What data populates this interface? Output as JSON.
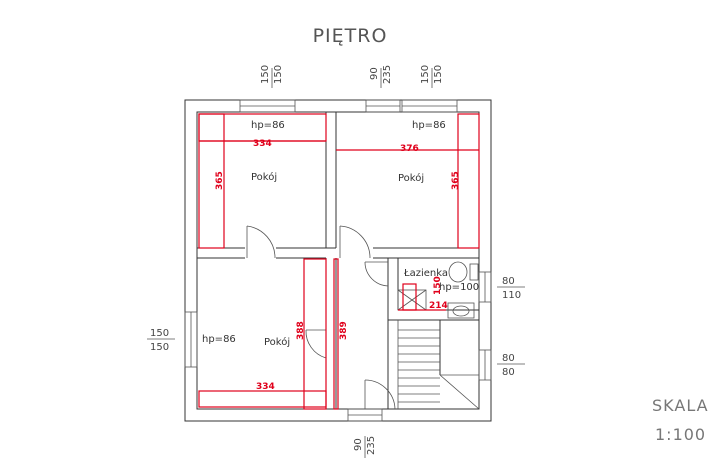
{
  "title": "PIĘTRO",
  "rooms": {
    "top_left": {
      "name": "Pokój",
      "hp": "hp=86",
      "width": "334",
      "height": "365"
    },
    "top_right": {
      "name": "Pokój",
      "hp": "hp=86",
      "width": "376",
      "height": "365"
    },
    "bottom_left": {
      "name": "Pokój",
      "hp": "hp=86",
      "width": "334",
      "height_a": "388",
      "height_b": "389"
    },
    "bathroom": {
      "name": "Łazienka",
      "hp": "hp=100",
      "width": "214",
      "height": "150"
    }
  },
  "windows": {
    "top_left": {
      "a": "150",
      "b": "150"
    },
    "top_mid": {
      "a": "90",
      "b": "235"
    },
    "top_right": {
      "a": "150",
      "b": "150"
    },
    "left": {
      "a": "150",
      "b": "150"
    },
    "right_upper": {
      "a": "80",
      "b": "110"
    },
    "right_lower": {
      "a": "80",
      "b": "80"
    },
    "bottom": {
      "a": "90",
      "b": "235"
    }
  },
  "scale": {
    "label": "SKALA",
    "value": "1:100"
  }
}
